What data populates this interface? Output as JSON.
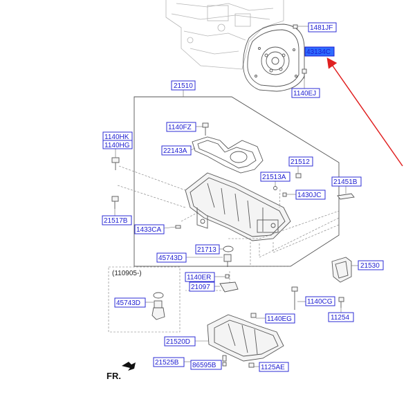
{
  "parts": {
    "p1481JF": "1481JF",
    "p43134C": "43134C",
    "p1140EJ": "1140EJ",
    "p21510": "21510",
    "p1140FZ": "1140FZ",
    "p1140HK": "1140HK",
    "p1140HG": "1140HG",
    "p22143A": "22143A",
    "p21512": "21512",
    "p21513A": "21513A",
    "p21451B": "21451B",
    "p1430JC": "1430JC",
    "p21517B": "21517B",
    "p1433CA": "1433CA",
    "p21713": "21713",
    "p45743D_a": "45743D",
    "p21530": "21530",
    "p1140ER": "1140ER",
    "p21097": "21097",
    "p45743D_b": "45743D",
    "p1140CG": "1140CG",
    "p11254": "11254",
    "p1140EG": "1140EG",
    "p21520D": "21520D",
    "p21525B": "21525B",
    "p86595B": "86595B",
    "p1125AE": "1125AE"
  },
  "variant_note": "(110905-)",
  "direction_label": "FR.",
  "colors": {
    "label_text": "#1a1ad0",
    "label_border": "#2b2bd6",
    "highlight_fill": "#2f6cff",
    "pointer_arrow": "#e02020"
  }
}
